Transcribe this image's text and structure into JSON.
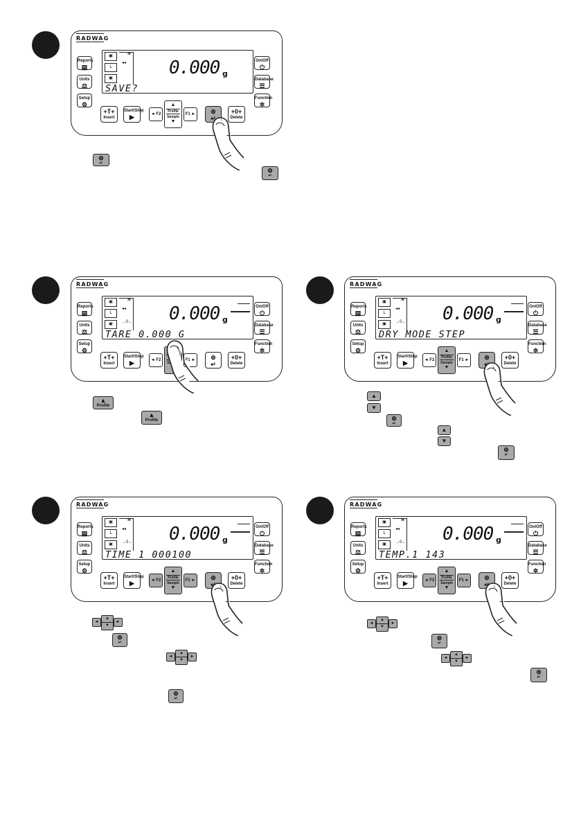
{
  "panel": {
    "logo": "RADWAG",
    "keys": {
      "reports": "Reports",
      "units": "Units",
      "units_sub": "Esc",
      "setup": "Setup",
      "tare": "+T+",
      "insert": "Insert",
      "startstop": "Start/Stop",
      "f2": "◄ F2",
      "f1": "F1 ►",
      "profile": "Profile",
      "sample": "Sample",
      "zero": "+0+",
      "delete": "Delete",
      "onoff": "On/Off",
      "database": "Database",
      "function": "Function"
    },
    "unit": "g"
  },
  "steps": [
    {
      "weight": "0.000",
      "lcd_text": "SAVE?"
    },
    {
      "weight": "0.000",
      "lcd_text": "TARE 0.000 G"
    },
    {
      "weight": "0.000",
      "lcd_text": "DRY MODE STEP"
    },
    {
      "weight": "0.000",
      "lcd_text": "TIME 1 000100"
    },
    {
      "weight": "0.000",
      "lcd_text": "TEMP.1 143"
    }
  ],
  "mini": {
    "profile": "Profile"
  }
}
